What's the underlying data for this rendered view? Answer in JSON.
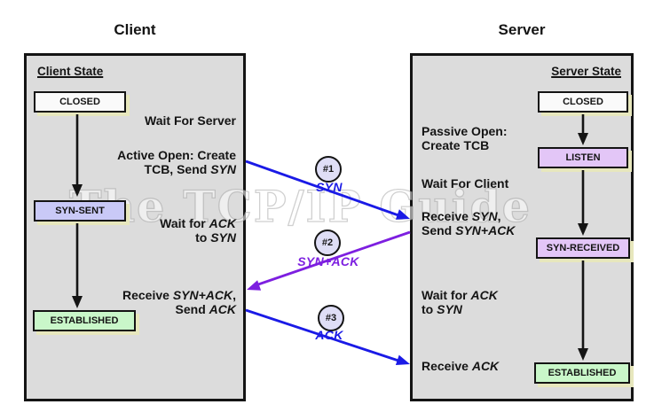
{
  "watermark": "The TCP/IP Guide",
  "colors": {
    "panel_bg": "#dcdcdc",
    "panel_border": "#141414",
    "box_shadow": "#e7e7bd",
    "closed_bg": "#fafafa",
    "syn_sent_bg": "#c9c9f7",
    "listen_bg": "#e3c6f7",
    "syn_received_bg": "#e3c6f7",
    "established_bg": "#c9f7c9",
    "arrow_blue": "#1a1ae6",
    "arrow_purple": "#7d1fe0",
    "flow_arrow_black": "#141414"
  },
  "client": {
    "title": "Client",
    "state_header": "Client State",
    "states": {
      "closed": "CLOSED",
      "syn_sent": "SYN-SENT",
      "established": "ESTABLISHED"
    },
    "notes": [
      [
        [
          [
            "Wait For Server",
            0
          ]
        ]
      ],
      [
        [
          [
            "Active Open: Create",
            0
          ]
        ],
        [
          [
            "TCB, Send ",
            0
          ],
          [
            "SYN",
            1
          ]
        ]
      ],
      [
        [
          [
            "Wait for ",
            0
          ],
          [
            "ACK",
            1
          ]
        ],
        [
          [
            "to ",
            0
          ],
          [
            "SYN",
            1
          ]
        ]
      ],
      [
        [
          [
            "Receive ",
            0
          ],
          [
            "SYN+ACK",
            1
          ],
          [
            ",",
            0
          ]
        ],
        [
          [
            "Send ",
            0
          ],
          [
            "ACK",
            1
          ]
        ]
      ]
    ]
  },
  "server": {
    "title": "Server",
    "state_header": "Server State",
    "states": {
      "closed": "CLOSED",
      "listen": "LISTEN",
      "syn_received": "SYN-RECEIVED",
      "established": "ESTABLISHED"
    },
    "notes": [
      [
        [
          [
            "Passive Open:",
            0
          ]
        ],
        [
          [
            "Create TCB",
            0
          ]
        ]
      ],
      [
        [
          [
            "Wait For Client",
            0
          ]
        ]
      ],
      [
        [
          [
            "Receive ",
            0
          ],
          [
            "SYN",
            1
          ],
          [
            ",",
            0
          ]
        ],
        [
          [
            "Send ",
            0
          ],
          [
            "SYN+ACK",
            1
          ]
        ]
      ],
      [
        [
          [
            "Wait for ",
            0
          ],
          [
            "ACK",
            1
          ]
        ],
        [
          [
            "to ",
            0
          ],
          [
            "SYN",
            1
          ]
        ]
      ],
      [
        [
          [
            "Receive ",
            0
          ],
          [
            "ACK",
            1
          ]
        ]
      ]
    ]
  },
  "messages": [
    {
      "num": "#1",
      "label": "SYN",
      "color": "#1a1ae6"
    },
    {
      "num": "#2",
      "label": "SYN+ACK",
      "color": "#7d1fe0"
    },
    {
      "num": "#3",
      "label": "ACK",
      "color": "#1a1ae6"
    }
  ]
}
